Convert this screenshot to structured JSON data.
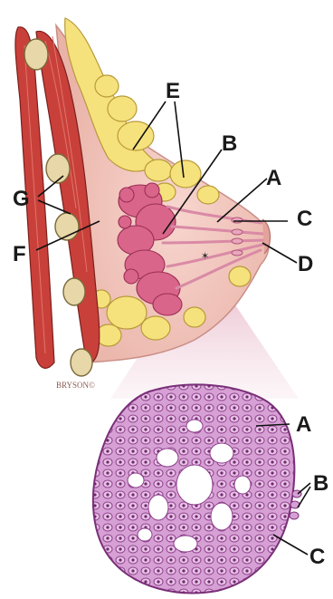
{
  "labels": {
    "E": "E",
    "B": "B",
    "A": "A",
    "C": "C",
    "D": "D",
    "G": "G",
    "F": "F",
    "inset_A": "A",
    "inset_B": "B",
    "inset_C": "C"
  },
  "signature": "BRYSON©",
  "colors": {
    "muscle": "#c9403a",
    "rib": "#e8d7a8",
    "fat": "#f6e27c",
    "skin": "#f3c9c1",
    "lobule": "#d9668a",
    "histology": "#d8a3d6"
  }
}
